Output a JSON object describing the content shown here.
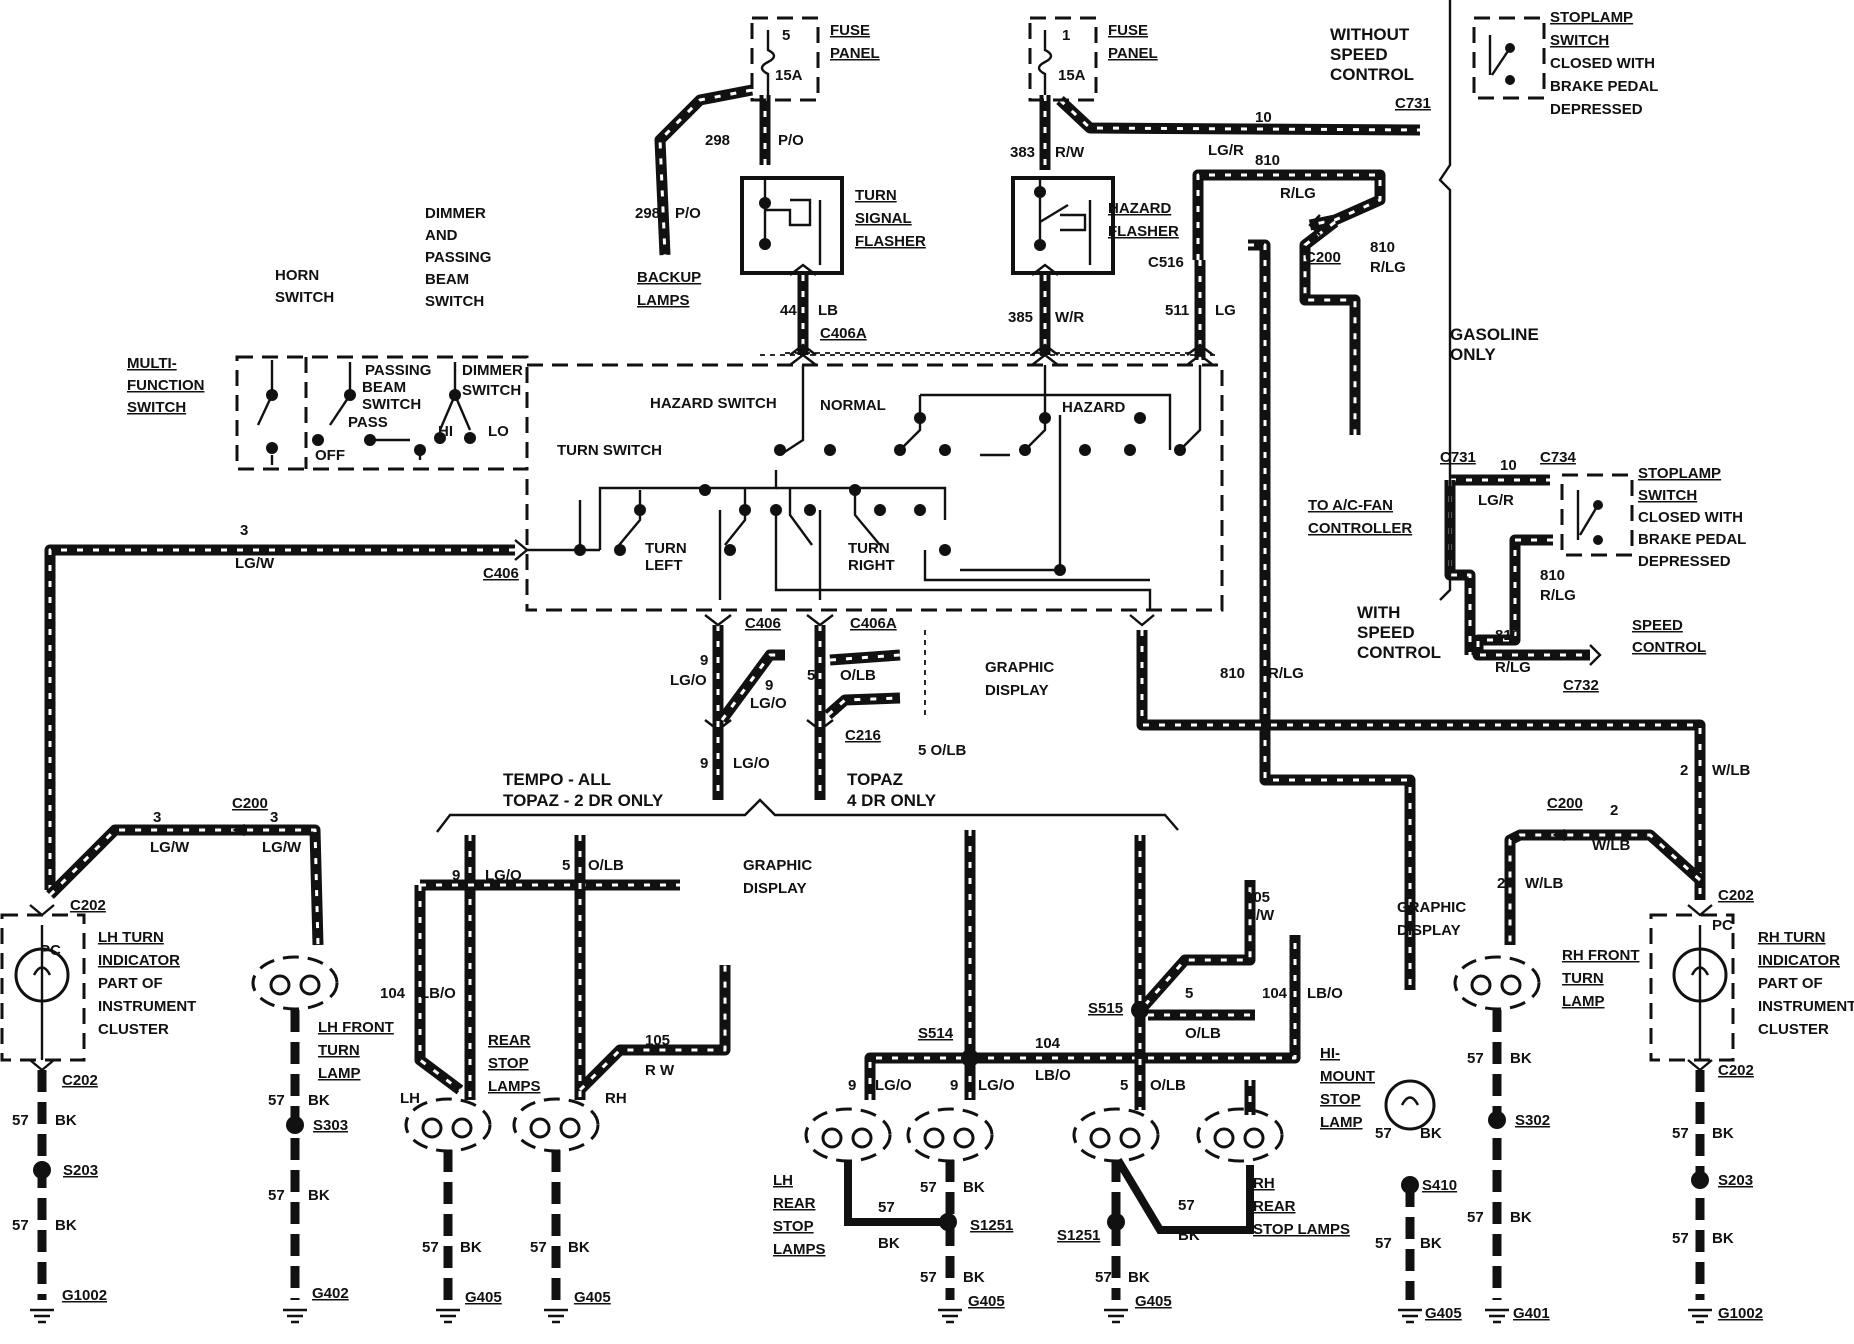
{
  "fuses": {
    "left": {
      "number": "5",
      "rating": "15A",
      "title": "FUSE PANEL",
      "line1": "FUSE",
      "line2": "PANEL"
    },
    "right": {
      "number": "1",
      "rating": "15A",
      "title": "FUSE PANEL",
      "line1": "FUSE",
      "line2": "PANEL"
    }
  },
  "flashers": {
    "turn": {
      "line1": "TURN",
      "line2": "SIGNAL",
      "line3": "FLASHER"
    },
    "hazard": {
      "line1": "HAZARD",
      "line2": "FLASHER"
    }
  },
  "top_labels": {
    "without_speed": [
      "WITHOUT",
      "SPEED",
      "CONTROL"
    ],
    "stoplamp_top": [
      "STOPLAMP",
      "SWITCH",
      "CLOSED WITH",
      "BRAKE PEDAL",
      "DEPRESSED"
    ],
    "backup": [
      "BACKUP",
      "LAMPS"
    ],
    "gasoline": [
      "GASOLINE",
      "ONLY"
    ],
    "to_ac": [
      "TO A/C-FAN",
      "CONTROLLER"
    ],
    "stoplamp_mid": [
      "STOPLAMP",
      "SWITCH",
      "CLOSED WITH",
      "BRAKE PEDAL",
      "DEPRESSED"
    ],
    "with_speed": [
      "WITH",
      "SPEED",
      "CONTROL"
    ],
    "speed_control": [
      "SPEED",
      "CONTROL"
    ]
  },
  "switches": {
    "horn": [
      "HORN",
      "SWITCH"
    ],
    "dimmer_passing": [
      "DIMMER",
      "AND",
      "PASSING",
      "BEAM",
      "SWITCH"
    ],
    "multi_function": [
      "MULTI-",
      "FUNCTION",
      "SWITCH"
    ],
    "passing_beam": [
      "PASSING",
      "BEAM",
      "SWITCH",
      "PASS"
    ],
    "dimmer": [
      "DIMMER",
      "SWITCH"
    ],
    "off": "OFF",
    "hi": "HI",
    "lo": "LO",
    "hazard_switch": "HAZARD SWITCH",
    "normal": "NORMAL",
    "hazard": "HAZARD",
    "turn_switch": "TURN SWITCH",
    "turn_left": [
      "TURN",
      "LEFT"
    ],
    "turn_right": [
      "TURN",
      "RIGHT"
    ]
  },
  "connectors": {
    "c731": "C731",
    "c516": "C516",
    "c200": "C200",
    "c406a": "C406A",
    "c406": "C406",
    "c216": "C216",
    "c734": "C734",
    "c732": "C732",
    "c202": "C202",
    "s514": "S514",
    "s515": "S515",
    "s203": "S203",
    "s303": "S303",
    "s1251": "S1251",
    "s410": "S410",
    "s302": "S302",
    "g1002": "G1002",
    "g402": "G402",
    "g405": "G405",
    "g401": "G401"
  },
  "wire_labels": {
    "w298": "298",
    "po": "P/O",
    "w383": "383",
    "rw": "R/W",
    "w10": "10",
    "lgr": "LG/R",
    "w810": "810",
    "rlg": "R/LG",
    "w44": "44",
    "lb": "LB",
    "w385": "385",
    "wr": "W/R",
    "w511": "511",
    "lg": "LG",
    "w3": "3",
    "lgw": "LG/W",
    "w9": "9",
    "lgo": "LG/O",
    "w5": "5",
    "olb": "O/LB",
    "w5olb": "5 O/LB",
    "w2": "2",
    "wlb": "W/LB",
    "w104": "104",
    "lbo": "LB/O",
    "w105": "105",
    "rw2": "R W",
    "rw3": "R/W",
    "w57": "57",
    "bk": "BK",
    "pc": "PC"
  },
  "sections": {
    "graphic": [
      "GRAPHIC",
      "DISPLAY"
    ],
    "tempo": [
      "TEMPO - ALL",
      "TOPAZ - 2 DR ONLY"
    ],
    "topaz": [
      "TOPAZ",
      "4 DR ONLY"
    ]
  },
  "lamps": {
    "lh_turn": [
      "LH TURN",
      "INDICATOR",
      "PART OF",
      "INSTRUMENT",
      "CLUSTER"
    ],
    "lh_front": [
      "LH FRONT",
      "TURN",
      "LAMP"
    ],
    "rear_stop": [
      "REAR",
      "STOP",
      "LAMPS"
    ],
    "lh": "LH",
    "rh": "RH",
    "lh_rear": [
      "LH",
      "REAR",
      "STOP",
      "LAMPS"
    ],
    "rh_rear": [
      "RH",
      "REAR",
      "STOP LAMPS"
    ],
    "hi_mount": [
      "HI-",
      "MOUNT",
      "STOP",
      "LAMP"
    ],
    "rh_front": [
      "RH FRONT",
      "TURN",
      "LAMP"
    ],
    "rh_turn": [
      "RH TURN",
      "INDICATOR",
      "PART OF",
      "INSTRUMENT",
      "CLUSTER"
    ]
  }
}
